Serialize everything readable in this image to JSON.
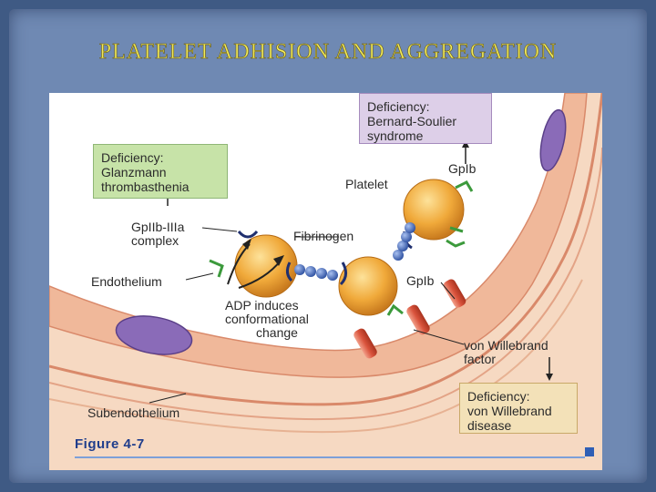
{
  "slide": {
    "title": "PLATELET ADHISION AND AGGREGATION"
  },
  "figure": {
    "caption": "Figure 4-7",
    "labels": {
      "platelet": "Platelet",
      "gpib_top": "GpIb",
      "gpib_bottom": "GpIb",
      "fibrinogen": "Fibrinogen",
      "gpiib_iiia_line1": "GpIIb-IIIa",
      "gpiib_iiia_line2": "complex",
      "endothelium": "Endothelium",
      "adp_line1": "ADP induces",
      "adp_line2": "conformational",
      "adp_line3": "change",
      "vwf_line1": "von Willebrand",
      "vwf_line2": "factor",
      "subendothelium": "Subendothelium"
    },
    "boxes": {
      "glanzmann": {
        "line1": "Deficiency:",
        "line2": "Glanzmann",
        "line3": "thrombasthenia"
      },
      "bernard_soulier": {
        "line1": "Deficiency:",
        "line2": "Bernard-Soulier",
        "line3": "syndrome"
      },
      "von_willebrand": {
        "line1": "Deficiency:",
        "line2": "von Willebrand",
        "line3": "disease"
      }
    }
  },
  "colors": {
    "background": "#3f5a84",
    "title": "#f0ea5c",
    "platelet": "#f0a93a",
    "vessel_wall": "#f2c6a8",
    "vessel_stripe": "#d9896a",
    "cell_nucleus": "#8a6bb8",
    "fibrinogen": "#3f63b8",
    "receptor_green": "#3c9a3c",
    "vwf_red": "#d9533c",
    "caption": "#1f3d8c"
  }
}
